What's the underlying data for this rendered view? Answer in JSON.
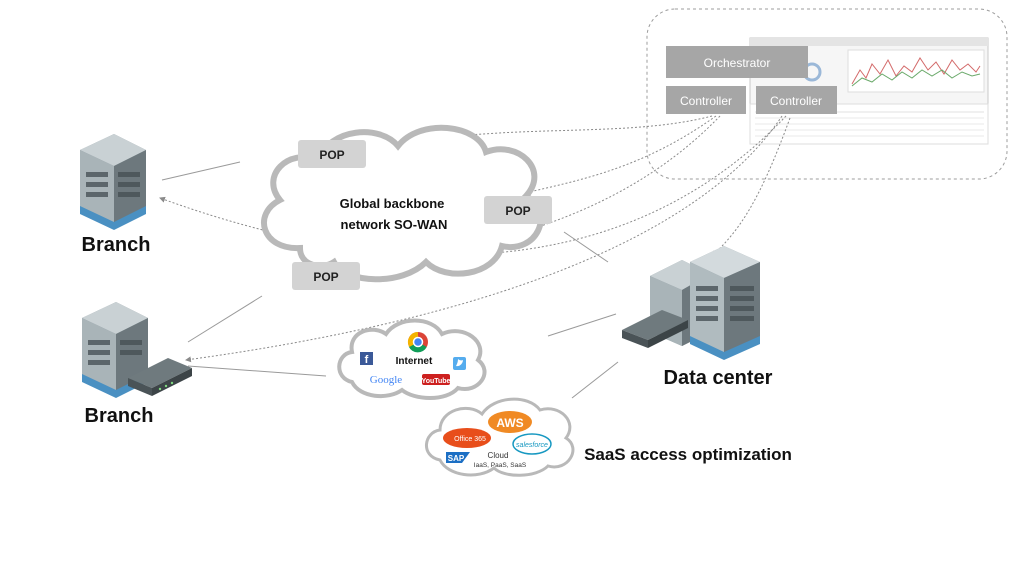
{
  "nodes": {
    "branch_top": "Branch",
    "branch_bottom": "Branch",
    "data_center": "Data center",
    "backbone_line1": "Global backbone",
    "backbone_line2": "network SO-WAN",
    "pop_1": "POP",
    "pop_2": "POP",
    "pop_3": "POP",
    "orchestrator": "Orchestrator",
    "controller_1": "Controller",
    "controller_2": "Controller",
    "internet": "Internet",
    "saas": "SaaS access optimization"
  },
  "logos": {
    "google": "Google",
    "youtube": "YouTube",
    "facebook": "f",
    "aws": "AWS",
    "office365": "Office 365",
    "salesforce": "salesforce",
    "sap": "SAP",
    "cloud_label": "Cloud",
    "cloud_sub": "IaaS, PaaS, SaaS"
  },
  "colors": {
    "box_gray": "#a6a6a6",
    "building_dark": "#5f6b70",
    "building_mid": "#8e9aa0",
    "building_accent": "#4a90c2",
    "cloud_stroke": "#b9b9b9"
  }
}
